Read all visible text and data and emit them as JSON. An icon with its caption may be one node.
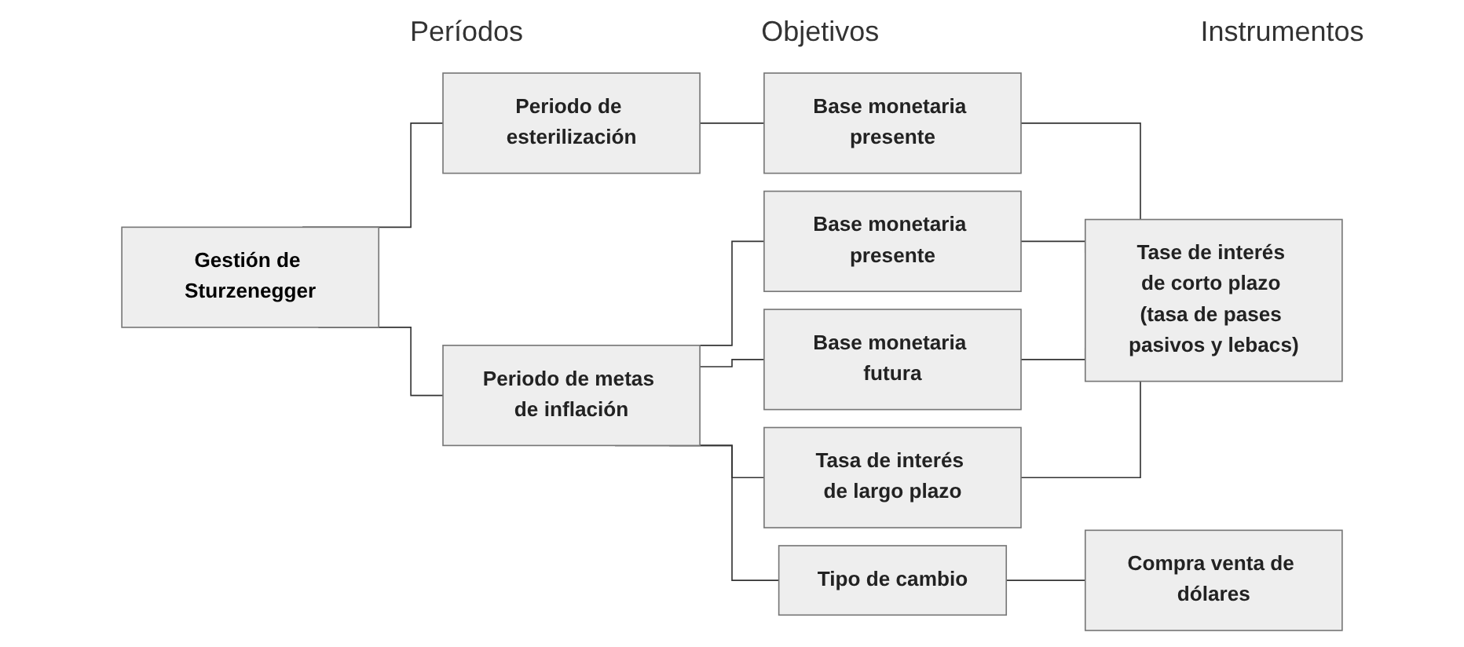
{
  "diagram": {
    "nodes": [
      {
        "text": [
          "Gestión de Sturzenegger"
        ]
      },
      {
        "text": [
          "Periodo de esterilización"
        ]
      },
      {
        "text": [
          "Periodo de metas de inflación"
        ]
      },
      {
        "text": [
          "Base monetaria presente"
        ]
      },
      {
        "text": [
          "Base monetaria presente"
        ]
      },
      {
        "text": [
          "Base monetaria futura"
        ]
      },
      {
        "text": [
          "Tasa de interés de largo plazo"
        ]
      },
      {
        "text": [
          "Tipo de cambio"
        ]
      },
      {
        "text": [
          "Tase de interés de corto plazo (tasa de pases pasivos y lebacs)"
        ]
      },
      {
        "text": [
          "Compra venta de dólares"
        ]
      }
    ],
    "edges": [
      {
        "from": 0,
        "to": 1,
        "arrow": "none"
      },
      {
        "from": 0,
        "to": 2,
        "arrow": "none"
      },
      {
        "from": 1,
        "to": 3,
        "arrow": "none"
      },
      {
        "from": 2,
        "to": 4,
        "arrow": "none"
      },
      {
        "from": 2,
        "to": 5,
        "arrow": "none"
      },
      {
        "from": 2,
        "to": 6,
        "arrow": "none"
      },
      {
        "from": 2,
        "to": 7,
        "arrow": "none"
      },
      {
        "from": 3,
        "to": 8,
        "arrow": "none"
      },
      {
        "from": 4,
        "to": 8,
        "arrow": "none"
      },
      {
        "from": 5,
        "to": 8,
        "arrow": "none"
      },
      {
        "from": 6,
        "to": 8,
        "arrow": "none"
      },
      {
        "from": 7,
        "to": 9,
        "arrow": "none"
      }
    ],
    "labels": [
      "Períodos",
      "Objetivos",
      "Instrumentos"
    ]
  }
}
